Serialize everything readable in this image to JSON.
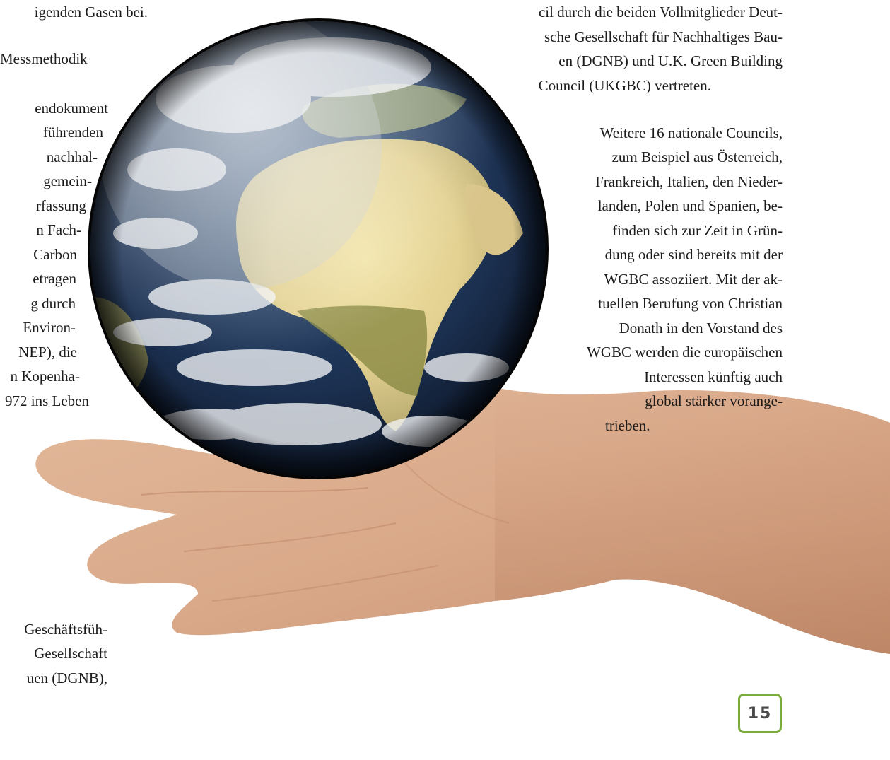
{
  "left_column": {
    "lines": [
      "igenden Gasen bei.",
      "Messmethodik",
      "endokument",
      "führenden",
      "nachhal-",
      "gemein-",
      "rfassung",
      "n Fach-",
      "Carbon",
      "etragen",
      "g durch",
      "Environ-",
      "NEP), die",
      "n Kopenha-",
      "972 ins Leben"
    ],
    "footer_lines": [
      "Geschäftsfüh-",
      "Gesellschaft",
      "uen (DGNB),"
    ]
  },
  "right_column": {
    "para1": [
      "cil durch die beiden Vollmitglieder Deut-",
      "sche Gesellschaft für Nachhaltiges Bau-",
      "en (DGNB) und U.K. Green Building",
      "Council (UKGBC) vertreten."
    ],
    "para2": [
      "Weitere 16 nationale Councils,",
      "zum Beispiel aus Österreich,",
      "Frankreich, Italien, den Nieder-",
      "landen, Polen und Spanien, be-",
      "finden sich zur Zeit in Grün-",
      "dung oder sind bereits mit der",
      "WGBC assoziiert. Mit der ak-",
      "tuellen Berufung von Christian",
      "Donath in den Vorstand des",
      "WGBC werden die europäischen",
      "Interessen künftig auch",
      "global stärker vorange-",
      "trieben."
    ]
  },
  "page_number": "15",
  "colors": {
    "accent": "#7bab3a",
    "text": "#1c1c1c"
  }
}
